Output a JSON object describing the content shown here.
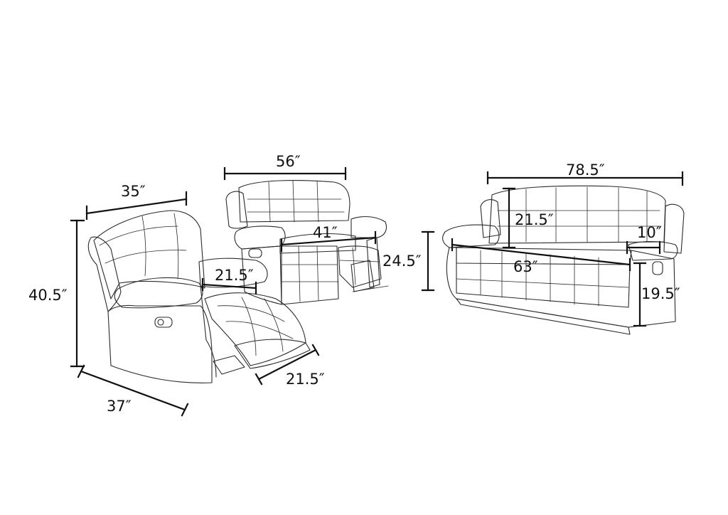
{
  "dimensions": {
    "recliner": {
      "width": "35″",
      "height": "40.5″",
      "depth": "37″",
      "seat_width": "21.5″",
      "footrest": "21.5″"
    },
    "loveseat": {
      "width": "56″",
      "seat_width": "41″",
      "height": "24.5″"
    },
    "sofa": {
      "width": "78.5″",
      "back_height": "21.5″",
      "seat_width": "63″",
      "arm_width": "10″",
      "seat_height": "19.5″"
    }
  },
  "colors": {
    "line": "#2a2a2a",
    "dimension": "#111111",
    "background": "#ffffff"
  }
}
